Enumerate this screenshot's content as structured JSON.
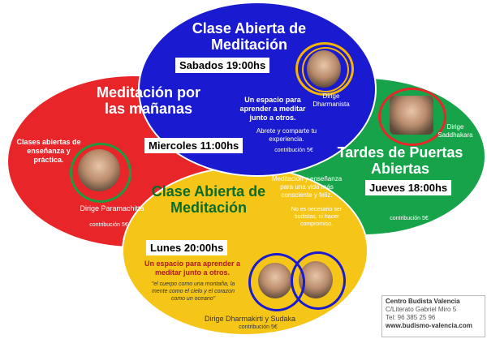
{
  "blue": {
    "title": "Clase Abierta de Meditación",
    "time": "Sabados 19:00hs",
    "desc": "Un espacio para aprender a meditar junto a otros.",
    "sub": "Abrete y comparte tu experiencia.",
    "contrib": "contribución 5€",
    "teacher": "Dirige Dharmanista"
  },
  "red": {
    "title": "Meditación por las mañanas",
    "time": "Miercoles 11:00hs",
    "desc": "Clases abiertas de enseñanza y práctica.",
    "teacher": "Dirige Paramachitta",
    "contrib": "contribución 5€"
  },
  "green": {
    "title": "Tardes de Puertas Abiertas",
    "time": "Jueves 18:00hs",
    "desc": "Meditación y enseñanza para una vida más consciente y feliz.",
    "sub": "No es necesario ser budistas, ni hacer compromiso.",
    "contrib": "contribución 5€",
    "teacher": "Dirige Saddhakara"
  },
  "yellow": {
    "title": "Clase Abierta de Meditación",
    "time": "Lunes 20:00hs",
    "desc": "Un espacio para aprender a meditar junto a otros.",
    "quote": "\"el cuerpo como una montaña, la mente como el cielo y el corazon como un oceano\"",
    "teacher": "Dirige Dharmakirti y Sudaka",
    "contrib": "contribución 5€"
  },
  "info": {
    "name": "Centro Budista Valencia",
    "address": "C/Literato Gabriel Miro 5",
    "phone": "Tel: 96 385 25 96",
    "web": "www.budismo-valencia.com"
  },
  "colors": {
    "red": "#e8262a",
    "blue": "#1a1ad0",
    "green": "#17a34a",
    "yellow": "#f5c518"
  }
}
